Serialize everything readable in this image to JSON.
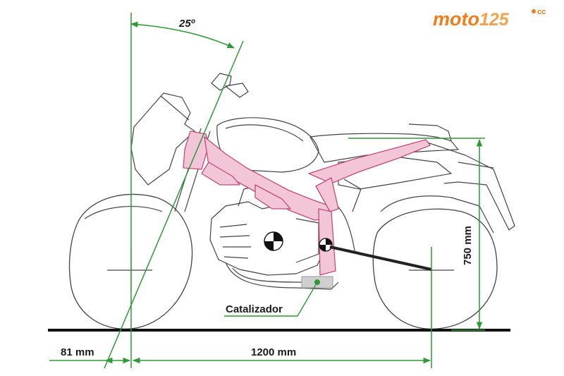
{
  "logo": {
    "brand": "moto",
    "model": "125",
    "suffix": "cc",
    "color": "#f07d1a"
  },
  "dimensions": {
    "rake_angle": "25º",
    "trail": "81 mm",
    "wheelbase": "1200 mm",
    "seat_height": "750 mm"
  },
  "callouts": {
    "catalyst": "Catalizador"
  },
  "colors": {
    "measure_lines": "#2e9a35",
    "frame_fill": "#f2c6d6",
    "frame_stroke": "#c24a7a",
    "outline": "#444444",
    "ground": "#111111",
    "catalyst_fill": "#cfcfcf"
  }
}
